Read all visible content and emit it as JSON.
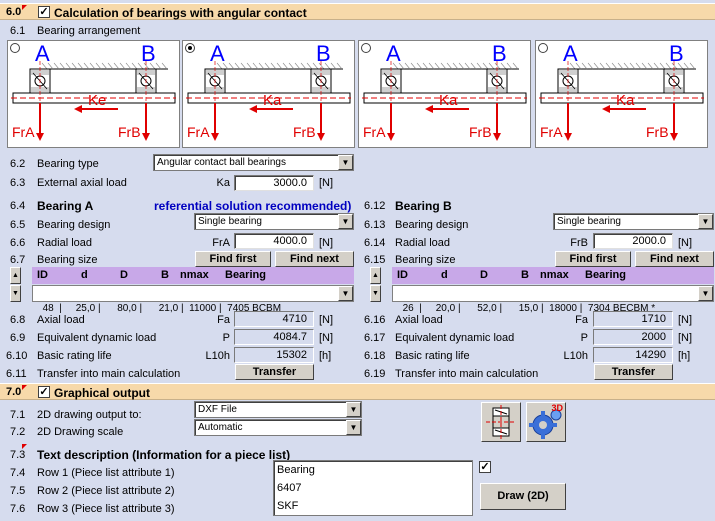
{
  "sec60": {
    "num": "6.0",
    "title": "Calculation of bearings with angular contact"
  },
  "sec70": {
    "num": "7.0",
    "title": "Graphical output"
  },
  "r61": {
    "num": "6.1",
    "label": "Bearing arrangement"
  },
  "diagrams": [
    {
      "left_letter": "A",
      "right_letter": "B",
      "force": "Ke",
      "fl": "FrA",
      "fr": "FrB"
    },
    {
      "left_letter": "A",
      "right_letter": "B",
      "force": "Ka",
      "fl": "FrA",
      "fr": "FrB"
    },
    {
      "left_letter": "A",
      "right_letter": "B",
      "force": "Ka",
      "fl": "FrA",
      "fr": "FrB"
    },
    {
      "left_letter": "A",
      "right_letter": "B",
      "force": "Ka",
      "fl": "FrA",
      "fr": "FrB"
    }
  ],
  "r62": {
    "num": "6.2",
    "label": "Bearing type",
    "value": "Angular contact ball bearings"
  },
  "r63": {
    "num": "6.3",
    "label": "External axial load",
    "sym": "Ka",
    "value": "3000.0",
    "unit": "[N]"
  },
  "bearingA": {
    "num": "6.4",
    "title": "Bearing A",
    "note": "referential solution recommended)",
    "design": {
      "num": "6.5",
      "label": "Bearing design",
      "value": "Single bearing"
    },
    "radial": {
      "num": "6.6",
      "label": "Radial load",
      "sym": "FrA",
      "value": "4000.0",
      "unit": "[N]"
    },
    "size": {
      "num": "6.7",
      "label": "Bearing size",
      "find_first": "Find first",
      "find_next": "Find next"
    },
    "headers": [
      "ID",
      "d",
      "D",
      "B",
      "nmax",
      "Bearing"
    ],
    "row": "48  |     25,0 |      80,0 |      21,0 |  11000 |  7405 BCBM",
    "axial": {
      "num": "6.8",
      "label": "Axial load",
      "sym": "Fa",
      "value": "4710",
      "unit": "[N]"
    },
    "equiv": {
      "num": "6.9",
      "label": "Equivalent dynamic load",
      "sym": "P",
      "value": "4084.7",
      "unit": "[N]"
    },
    "life": {
      "num": "6.10",
      "label": "Basic rating life",
      "sym": "L10h",
      "value": "15302",
      "unit": "[h]"
    },
    "transfer": {
      "num": "6.11",
      "label": "Transfer into main calculation",
      "button": "Transfer"
    }
  },
  "bearingB": {
    "num": "6.12",
    "title": "Bearing B",
    "design": {
      "num": "6.13",
      "label": "Bearing design",
      "value": "Single bearing"
    },
    "radial": {
      "num": "6.14",
      "label": "Radial load",
      "sym": "FrB",
      "value": "2000.0",
      "unit": "[N]"
    },
    "size": {
      "num": "6.15",
      "label": "Bearing size",
      "find_first": "Find first",
      "find_next": "Find next"
    },
    "headers": [
      "ID",
      "d",
      "D",
      "B",
      "nmax",
      "Bearing"
    ],
    "row": "26  |     20,0 |      52,0 |      15,0 |  18000 |  7304 BECBM *",
    "axial": {
      "num": "6.16",
      "label": "Axial load",
      "sym": "Fa",
      "value": "1710",
      "unit": "[N]"
    },
    "equiv": {
      "num": "6.17",
      "label": "Equivalent dynamic load",
      "sym": "P",
      "value": "2000",
      "unit": "[N]"
    },
    "life": {
      "num": "6.18",
      "label": "Basic rating life",
      "sym": "L10h",
      "value": "14290",
      "unit": "[h]"
    },
    "transfer": {
      "num": "6.19",
      "label": "Transfer into main calculation",
      "button": "Transfer"
    }
  },
  "r71": {
    "num": "7.1",
    "label": "2D drawing output to:",
    "value": "DXF File"
  },
  "r72": {
    "num": "7.2",
    "label": "2D Drawing scale",
    "value": "Automatic"
  },
  "r73": {
    "num": "7.3",
    "label": "Text description (Information for a piece list)"
  },
  "r74": {
    "num": "7.4",
    "label": "Row 1 (Piece list attribute 1)"
  },
  "r75": {
    "num": "7.5",
    "label": "Row 2 (Piece list attribute 2)"
  },
  "r76": {
    "num": "7.6",
    "label": "Row 3 (Piece list attribute 3)"
  },
  "piece_list": [
    "Bearing",
    "6407",
    "SKF"
  ],
  "draw_button": "Draw (2D)",
  "icon3d_label": "3D",
  "colors": {
    "accent_red": "#e00000",
    "letter_blue": "#0000ff",
    "note_blue": "#0000c0"
  }
}
